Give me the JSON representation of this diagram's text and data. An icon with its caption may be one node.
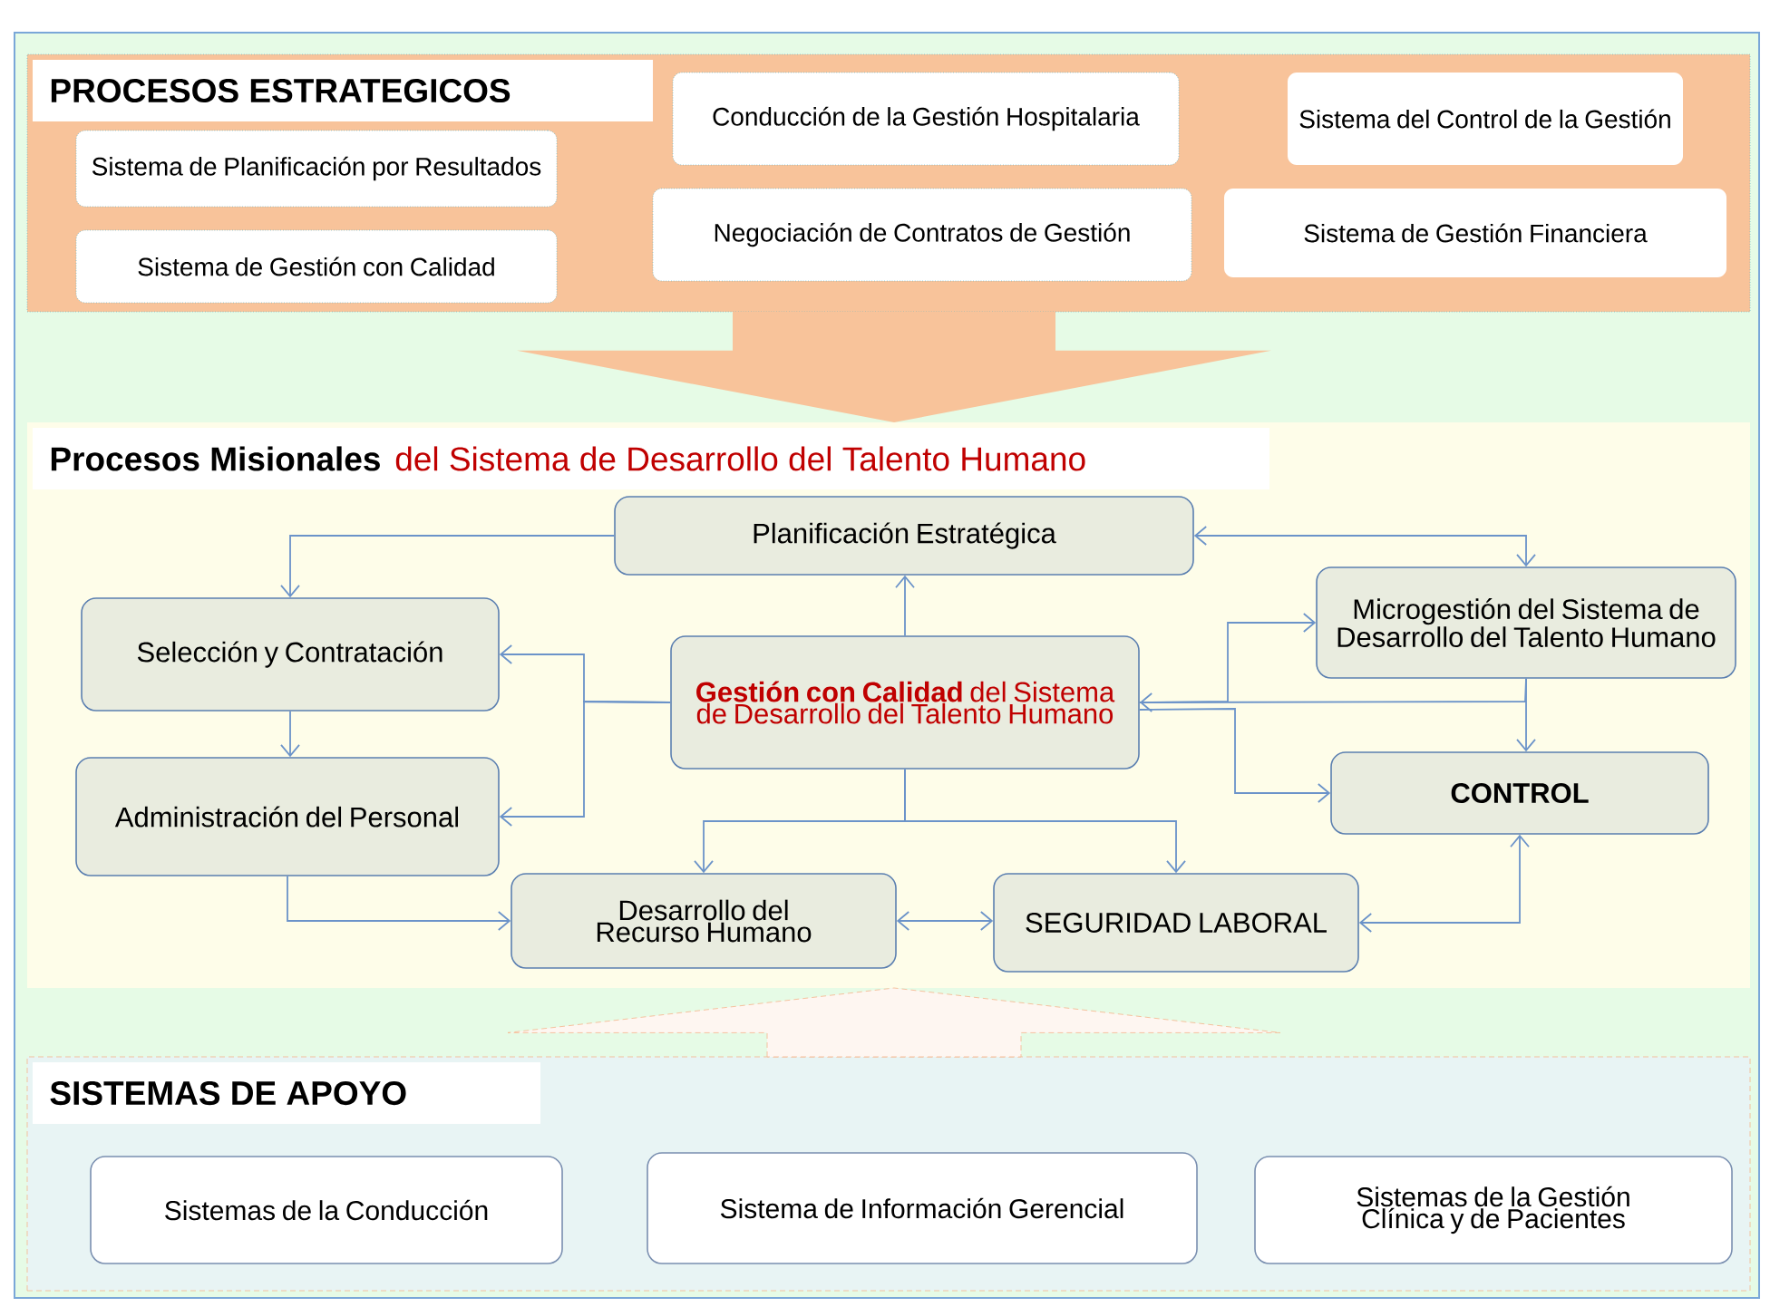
{
  "diagram": {
    "nodes": [
      {
        "text": [
          "PROCESOS ESTRATEGICOS"
        ]
      },
      {
        "text": [
          "Sistema de Planificación por Resultados"
        ],
        "in": 0
      },
      {
        "text": [
          "Sistema de Gestión con Calidad"
        ],
        "in": 0
      },
      {
        "text": [
          "Conducción de la Gestión Hospitalaria"
        ],
        "in": 0
      },
      {
        "text": [
          "Negociación de Contratos de Gestión"
        ],
        "in": 0
      },
      {
        "text": [
          "Sistema del Control de la Gestión"
        ],
        "in": 0
      },
      {
        "text": [
          "Sistema de Gestión Financiera"
        ],
        "in": 0
      },
      {
        "text": [
          "Procesos Misionales",
          "del Sistema de Desarrollo del Talento Humano"
        ]
      },
      {
        "text": [
          "Planificación Estratégica"
        ],
        "in": 7
      },
      {
        "text": [
          "Selección y Contratación"
        ],
        "in": 7
      },
      {
        "text": [
          "**Gestión con Calidad** del Sistema de Desarrollo del Talento Humano"
        ],
        "in": 7
      },
      {
        "text": [
          "Microgestión del Sistema de Desarrollo del Talento Humano"
        ],
        "in": 7
      },
      {
        "text": [
          "Administración del Personal"
        ],
        "in": 7
      },
      {
        "text": [
          "CONTROL"
        ],
        "in": 7
      },
      {
        "text": [
          "Desarrollo del Recurso Humano"
        ],
        "in": 7
      },
      {
        "text": [
          "SEGURIDAD LABORAL"
        ],
        "in": 7
      },
      {
        "text": [
          "SISTEMAS DE APOYO"
        ]
      },
      {
        "text": [
          "Sistemas de la Conducción"
        ],
        "in": 16
      },
      {
        "text": [
          "Sistema de Información Gerencial"
        ],
        "in": 16
      },
      {
        "text": [
          "Sistemas de la Gestión Clínica y de Pacientes"
        ],
        "in": 16
      }
    ],
    "edges": [
      {
        "from": 0,
        "to": 7,
        "arrow": "to",
        "style": "thick",
        "color": "#f8c39a"
      },
      {
        "from": 16,
        "to": 7,
        "arrow": "to",
        "style": "dashed",
        "color": "#f5b48a"
      },
      {
        "from": 8,
        "to": 9,
        "arrow": "to"
      },
      {
        "from": 10,
        "to": 8,
        "arrow": "to"
      },
      {
        "from": 8,
        "to": 11,
        "arrow": "both"
      },
      {
        "from": 10,
        "to": 9,
        "arrow": "to"
      },
      {
        "from": 10,
        "to": 12,
        "arrow": "to"
      },
      {
        "from": 9,
        "to": 12,
        "arrow": "to"
      },
      {
        "from": 12,
        "to": 14,
        "arrow": "to"
      },
      {
        "from": 10,
        "to": 14,
        "arrow": "to"
      },
      {
        "from": 10,
        "to": 15,
        "arrow": "to"
      },
      {
        "from": 14,
        "to": 15,
        "arrow": "both"
      },
      {
        "from": 15,
        "to": 13,
        "arrow": "both"
      },
      {
        "from": 10,
        "to": 11,
        "arrow": "to"
      },
      {
        "from": 10,
        "to": 13,
        "arrow": "to"
      },
      {
        "from": 11,
        "to": 13,
        "arrow": "to"
      },
      {
        "from": 11,
        "to": 10,
        "arrow": "to"
      }
    ]
  }
}
